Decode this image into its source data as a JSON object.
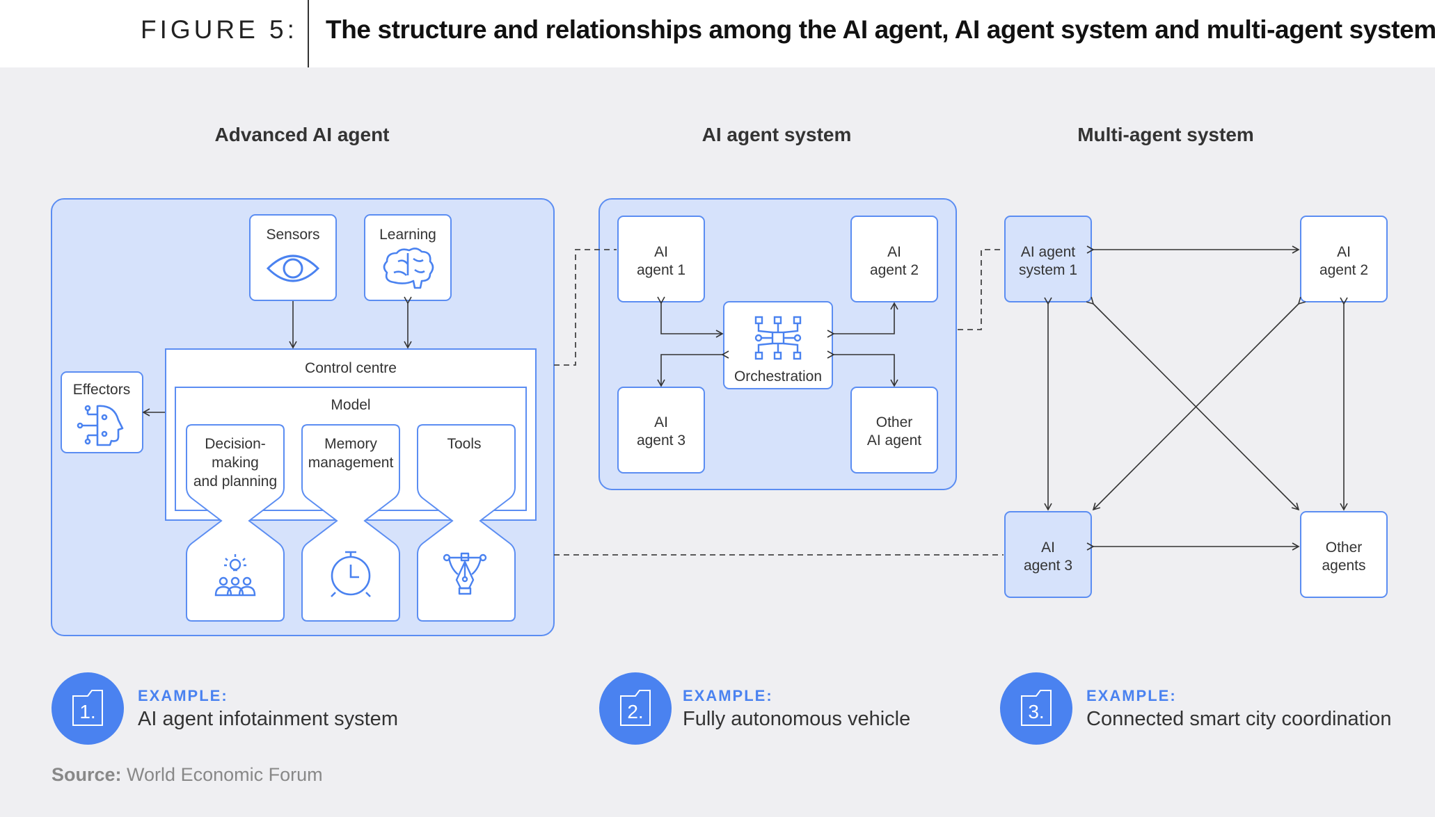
{
  "header": {
    "figure_label": "FIGURE 5:",
    "title": "The structure and relationships among the AI agent, AI agent system and multi-agent system"
  },
  "sections": {
    "advanced_agent": "Advanced AI agent",
    "agent_system": "AI agent system",
    "multi_agent": "Multi-agent system"
  },
  "advanced_agent": {
    "sensors": "Sensors",
    "learning": "Learning",
    "effectors": "Effectors",
    "control_centre": "Control centre",
    "model": "Model",
    "decision_1": "Decision-",
    "decision_2": "making",
    "decision_3": "and planning",
    "memory_1": "Memory",
    "memory_2": "management",
    "tools": "Tools"
  },
  "agent_system": {
    "agent1_a": "AI",
    "agent1_b": "agent 1",
    "agent2_a": "AI",
    "agent2_b": "agent 2",
    "agent3_a": "AI",
    "agent3_b": "agent 3",
    "other_a": "Other",
    "other_b": "AI agent",
    "orchestration": "Orchestration"
  },
  "multi_agent": {
    "system1_a": "AI agent",
    "system1_b": "system 1",
    "agent2_a": "AI",
    "agent2_b": "agent 2",
    "agent3_a": "AI",
    "agent3_b": "agent 3",
    "other_a": "Other",
    "other_b": "agents"
  },
  "examples": [
    {
      "number": "1.",
      "heading": "EXAMPLE:",
      "text": "AI agent infotainment system"
    },
    {
      "number": "2.",
      "heading": "EXAMPLE:",
      "text": "Fully autonomous vehicle"
    },
    {
      "number": "3.",
      "heading": "EXAMPLE:",
      "text": "Connected smart city coordination"
    }
  ],
  "source": {
    "label": "Source:",
    "text": "World Economic Forum"
  },
  "colors": {
    "panel_fill": "#d6e2fb",
    "panel_stroke": "#5b8df2",
    "accent": "#4a82f0",
    "background": "#efeff2"
  },
  "icons": [
    "eye-icon",
    "brain-icon",
    "robot-head-icon",
    "people-idea-icon",
    "stopwatch-icon",
    "pen-tool-icon",
    "network-chip-icon",
    "folder-icon"
  ]
}
